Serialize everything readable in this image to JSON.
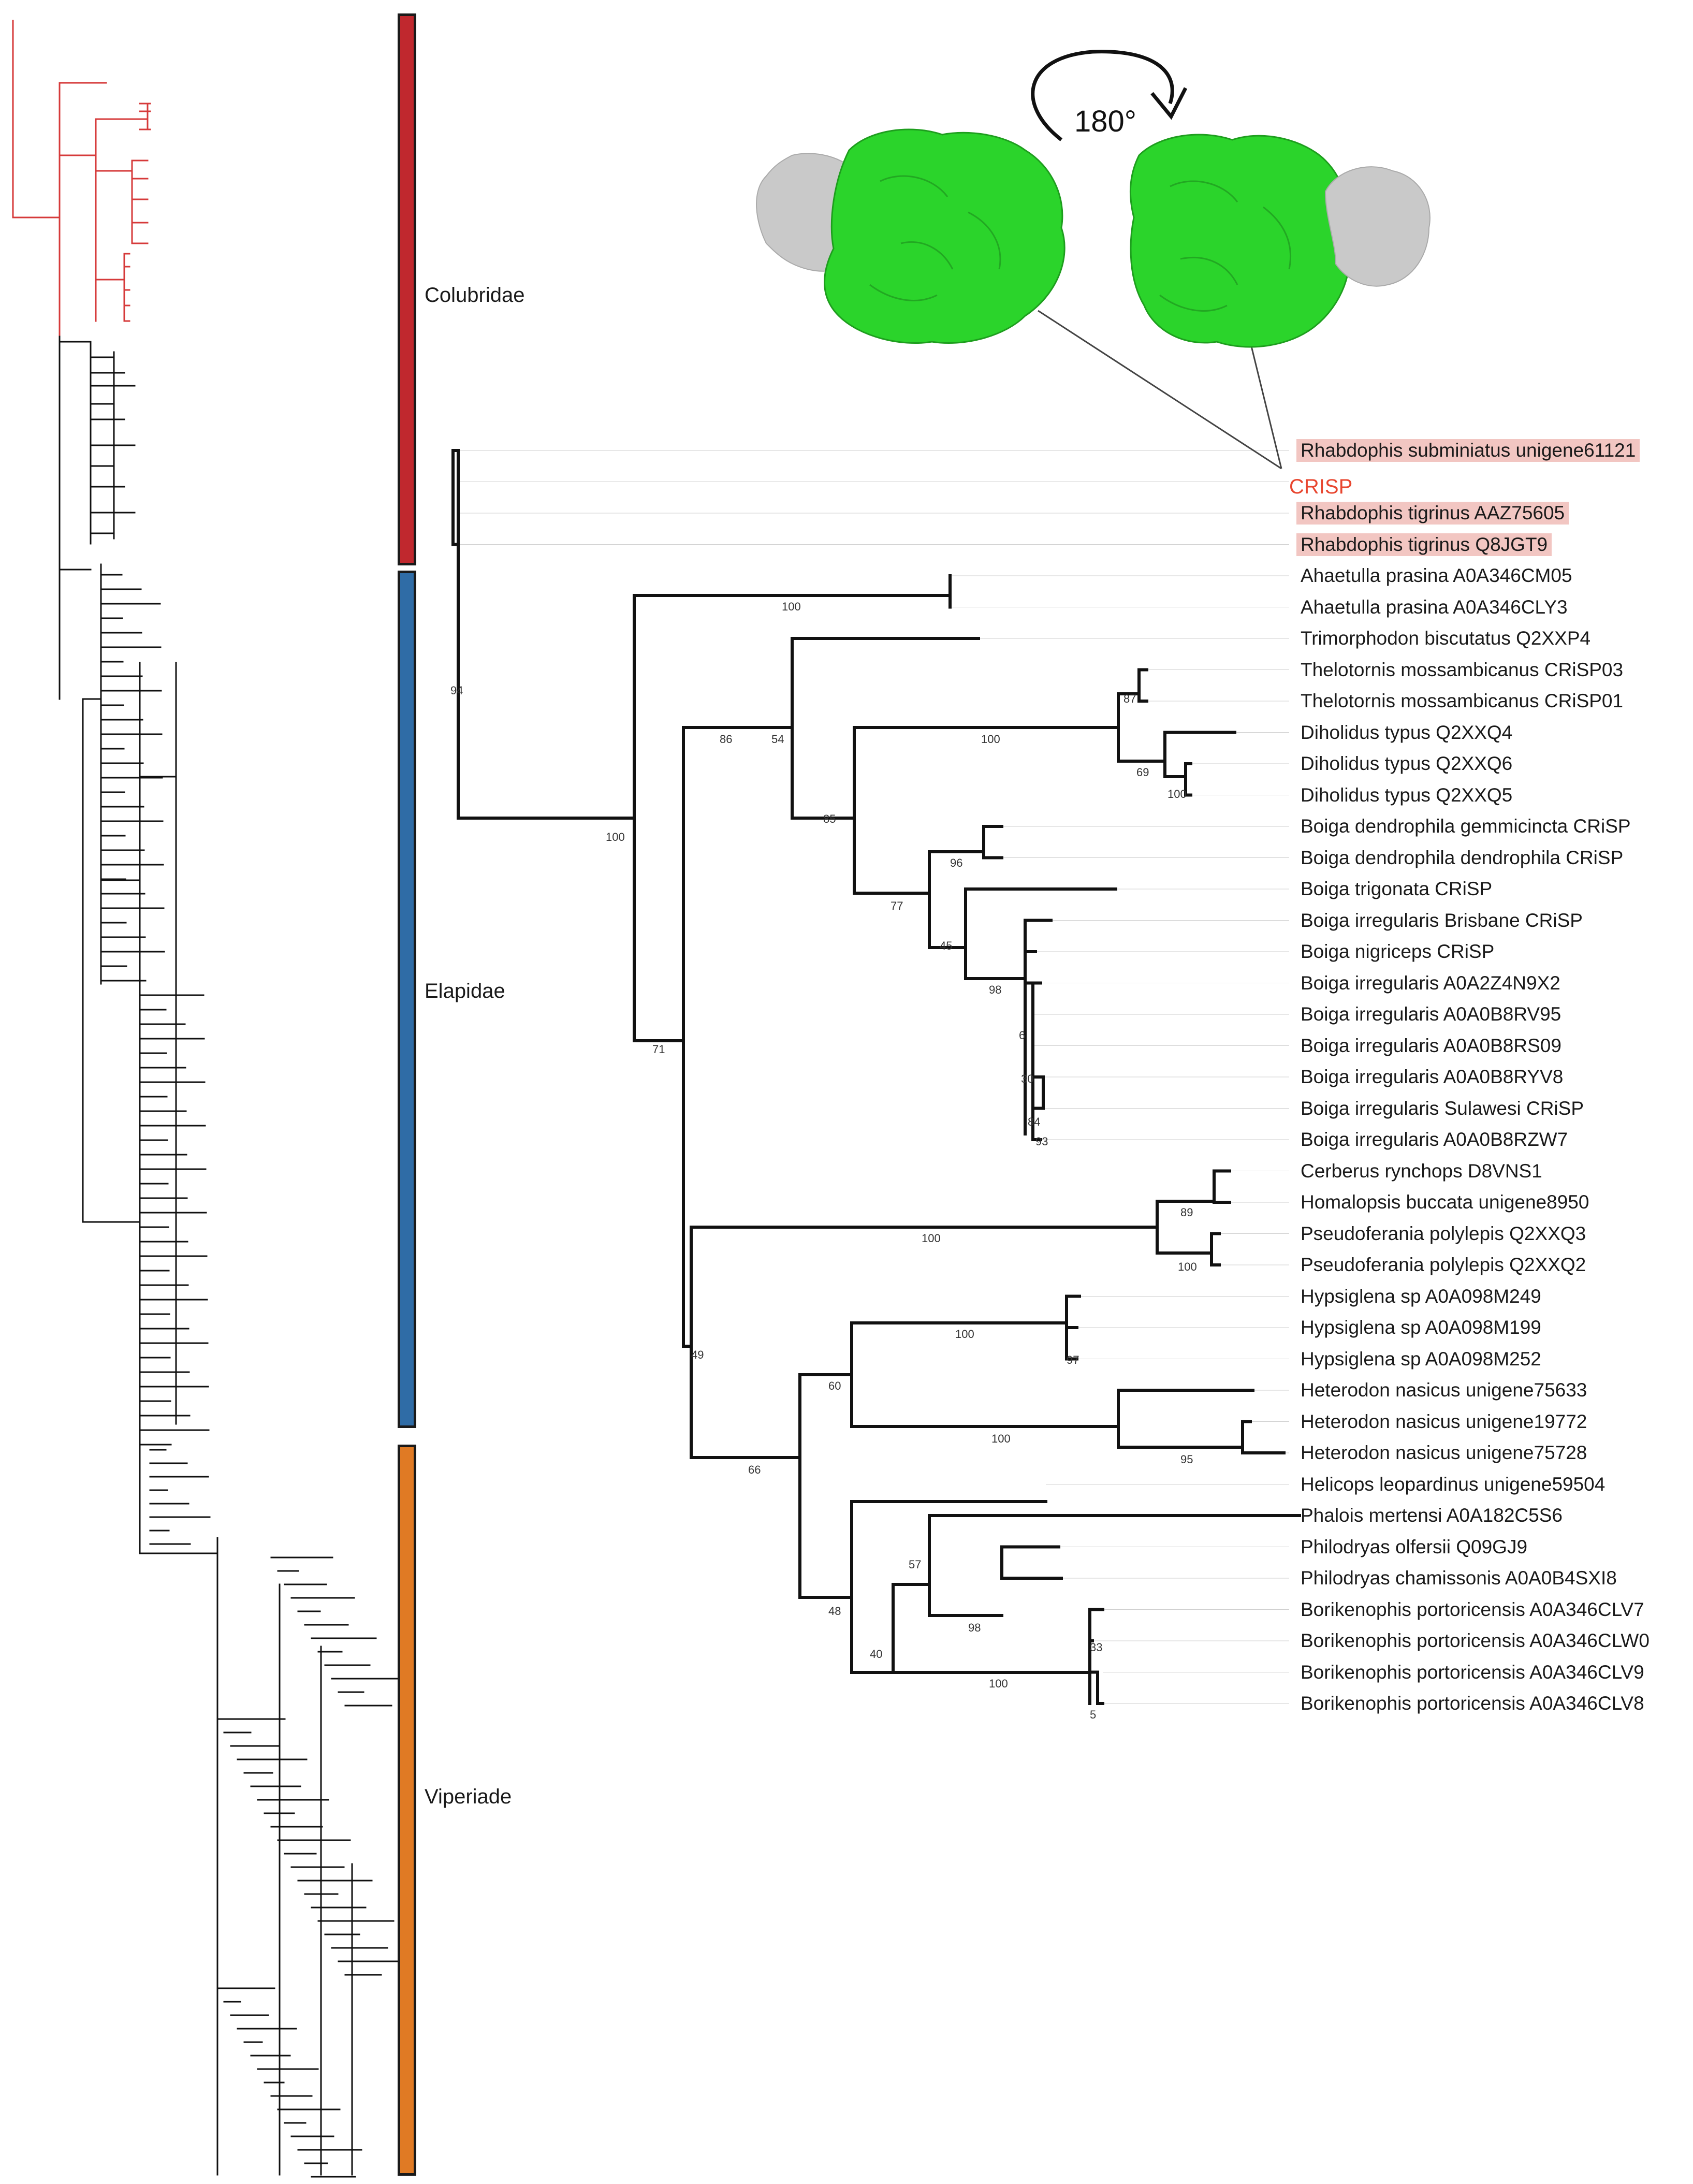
{
  "clades": [
    {
      "label": "Colubridae",
      "color": "#c0282e"
    },
    {
      "label": "Elapidae",
      "color": "#2f6ca6"
    },
    {
      "label": "Viperiade",
      "color": "#e07a24"
    }
  ],
  "structure": {
    "rotation_label": "180°",
    "protein_color": "#2bd42b",
    "domain_color": "#c9c9c9"
  },
  "crisp_label": "CRISP",
  "highlight_color": "#f2c6c2",
  "leaves": [
    {
      "label": "Rhabdophis subminiatus unigene61121",
      "highlight": true
    },
    {
      "label": "",
      "highlight": false
    },
    {
      "label": "Rhabdophis tigrinus AAZ75605",
      "highlight": true
    },
    {
      "label": "Rhabdophis tigrinus Q8JGT9",
      "highlight": true
    },
    {
      "label": "Ahaetulla prasina A0A346CM05",
      "highlight": false
    },
    {
      "label": "Ahaetulla prasina A0A346CLY3",
      "highlight": false
    },
    {
      "label": "Trimorphodon biscutatus Q2XXP4",
      "highlight": false
    },
    {
      "label": "Thelotornis mossambicanus CRiSP03",
      "highlight": false
    },
    {
      "label": "Thelotornis mossambicanus CRiSP01",
      "highlight": false
    },
    {
      "label": "Diholidus typus Q2XXQ4",
      "highlight": false
    },
    {
      "label": "Diholidus typus Q2XXQ6",
      "highlight": false
    },
    {
      "label": "Diholidus typus Q2XXQ5",
      "highlight": false
    },
    {
      "label": "Boiga dendrophila gemmicincta CRiSP",
      "highlight": false
    },
    {
      "label": "Boiga dendrophila dendrophila CRiSP",
      "highlight": false
    },
    {
      "label": "Boiga trigonata CRiSP",
      "highlight": false
    },
    {
      "label": "Boiga irregularis Brisbane CRiSP",
      "highlight": false
    },
    {
      "label": "Boiga nigriceps CRiSP",
      "highlight": false
    },
    {
      "label": "Boiga irregularis A0A2Z4N9X2",
      "highlight": false
    },
    {
      "label": "Boiga irregularis A0A0B8RV95",
      "highlight": false
    },
    {
      "label": "Boiga irregularis A0A0B8RS09",
      "highlight": false
    },
    {
      "label": "Boiga irregularis A0A0B8RYV8",
      "highlight": false
    },
    {
      "label": "Boiga irregularis Sulawesi CRiSP",
      "highlight": false
    },
    {
      "label": "Boiga irregularis A0A0B8RZW7",
      "highlight": false
    },
    {
      "label": "Cerberus rynchops D8VNS1",
      "highlight": false
    },
    {
      "label": "Homalopsis buccata unigene8950",
      "highlight": false
    },
    {
      "label": "Pseudoferania polylepis Q2XXQ3",
      "highlight": false
    },
    {
      "label": "Pseudoferania polylepis Q2XXQ2",
      "highlight": false
    },
    {
      "label": "Hypsiglena sp A0A098M249",
      "highlight": false
    },
    {
      "label": "Hypsiglena sp A0A098M199",
      "highlight": false
    },
    {
      "label": "Hypsiglena sp A0A098M252",
      "highlight": false
    },
    {
      "label": "Heterodon nasicus unigene75633",
      "highlight": false
    },
    {
      "label": "Heterodon nasicus unigene19772",
      "highlight": false
    },
    {
      "label": "Heterodon nasicus unigene75728",
      "highlight": false
    },
    {
      "label": "Helicops leopardinus unigene59504",
      "highlight": false
    },
    {
      "label": "Phalois mertensi A0A182C5S6",
      "highlight": false
    },
    {
      "label": "Philodryas olfersii Q09GJ9",
      "highlight": false
    },
    {
      "label": "Philodryas chamissonis A0A0B4SXI8",
      "highlight": false
    },
    {
      "label": "Borikenophis portoricensis A0A346CLV7",
      "highlight": false
    },
    {
      "label": "Borikenophis portoricensis A0A346CLW0",
      "highlight": false
    },
    {
      "label": "Borikenophis portoricensis A0A346CLV9",
      "highlight": false
    },
    {
      "label": "Borikenophis portoricensis A0A346CLV8",
      "highlight": false
    }
  ],
  "bootstrap_values": [
    "100",
    "86",
    "54",
    "87",
    "100",
    "69",
    "100",
    "85",
    "96",
    "77",
    "45",
    "98",
    "6",
    "30",
    "84",
    "93",
    "100",
    "89",
    "100",
    "100",
    "97",
    "60",
    "100",
    "95",
    "66",
    "57",
    "98",
    "48",
    "40",
    "33",
    "100",
    "5",
    "71",
    "49",
    "100",
    "94"
  ],
  "line_colors": {
    "colubrid_branch": "#d63a3a",
    "branch": "#111111",
    "leader": "#cfcfcf"
  }
}
